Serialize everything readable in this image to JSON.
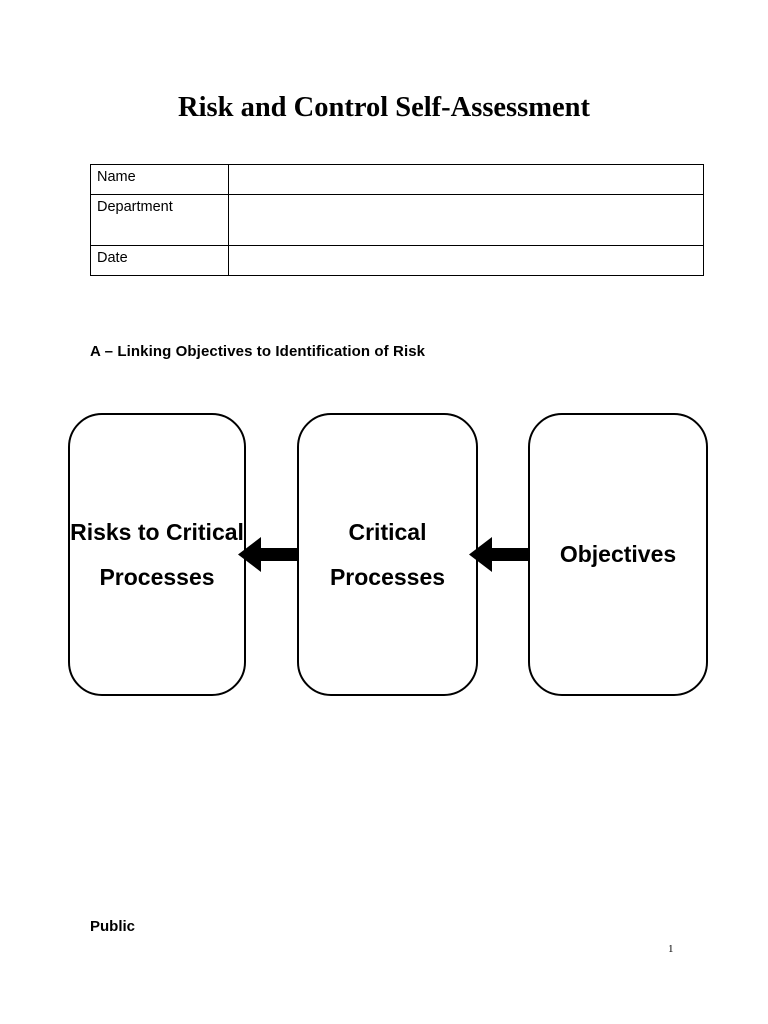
{
  "document": {
    "title": "Risk and Control Self-Assessment",
    "footer_label": "Public",
    "page_number": "1"
  },
  "info_table": {
    "rows": [
      {
        "label": "Name",
        "value": ""
      },
      {
        "label": "Department",
        "value": ""
      },
      {
        "label": "Date",
        "value": ""
      }
    ]
  },
  "section": {
    "heading": "A – Linking Objectives to Identification of Risk"
  },
  "diagram": {
    "boxes": [
      {
        "id": "risks",
        "text": "Risks to Critical Processes"
      },
      {
        "id": "critical",
        "text": "Critical Processes"
      },
      {
        "id": "objectives",
        "text": "Objectives"
      }
    ],
    "arrows": [
      {
        "id": "arrow-critical-to-risks",
        "direction": "left"
      },
      {
        "id": "arrow-objectives-to-critical",
        "direction": "left"
      }
    ]
  }
}
